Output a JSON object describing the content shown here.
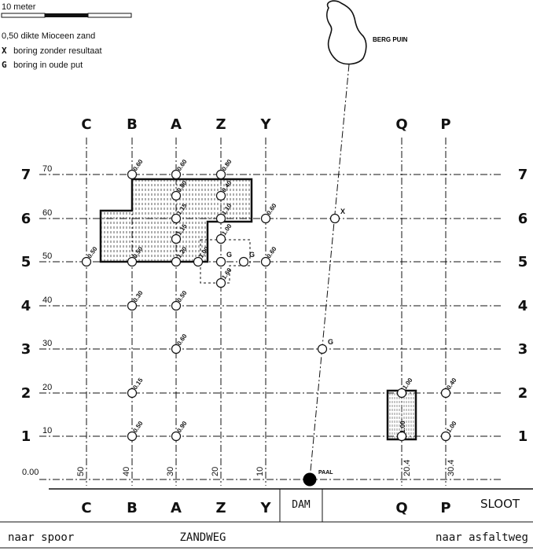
{
  "legend": {
    "scale_label": "10 meter",
    "items": [
      {
        "symbol": "0,50",
        "text": "dikte Mioceen zand"
      },
      {
        "symbol": "X",
        "text": "boring zonder resultaat"
      },
      {
        "symbol": "G",
        "text": "boring in oude put"
      }
    ]
  },
  "landmark": "BERG PUIN",
  "column_letters": [
    "C",
    "B",
    "A",
    "Z",
    "Y",
    "Q",
    "P"
  ],
  "row_numbers": [
    "7",
    "6",
    "5",
    "4",
    "3",
    "2",
    "1"
  ],
  "left_distances": [
    "70",
    "60",
    "50",
    "40",
    "30",
    "20",
    "10"
  ],
  "bottom_offsets": [
    "50",
    "40",
    "30",
    "20",
    "10",
    "20.4",
    "30.4"
  ],
  "origin_label": "0.00",
  "paal_label": "PAAL",
  "dam_label": "DAM",
  "sloot_label": "SLOOT",
  "road": {
    "left": "naar spoor",
    "center": "ZANDWEG",
    "right": "naar asfaltweg"
  },
  "borings": [
    {
      "id": "b7",
      "label": "0.60"
    },
    {
      "id": "a7",
      "label": "0.60"
    },
    {
      "id": "z7",
      "label": "0.80"
    },
    {
      "id": "a65",
      "label": "0.80"
    },
    {
      "id": "z65",
      "label": "0.40"
    },
    {
      "id": "a6",
      "label": "1.15"
    },
    {
      "id": "z6",
      "label": "1.10"
    },
    {
      "id": "y6",
      "label": "0.60"
    },
    {
      "id": "a55",
      "label": "1.15"
    },
    {
      "id": "z55",
      "label": "1.00"
    },
    {
      "id": "c5",
      "label": "0.50"
    },
    {
      "id": "b5",
      "label": "0.50"
    },
    {
      "id": "a5",
      "label": "1.20"
    },
    {
      "id": "m5",
      "label": "1.00"
    },
    {
      "id": "y5",
      "label": "0.60"
    },
    {
      "id": "z45",
      "label": "1.60"
    },
    {
      "id": "b4",
      "label": "0.30"
    },
    {
      "id": "a4",
      "label": "0.50"
    },
    {
      "id": "a3",
      "label": "0.60"
    },
    {
      "id": "b2",
      "label": "0.15"
    },
    {
      "id": "q2",
      "label": "1.00"
    },
    {
      "id": "p2",
      "label": "0.40"
    },
    {
      "id": "b1",
      "label": "0.50"
    },
    {
      "id": "a1",
      "label": "0.90"
    },
    {
      "id": "q1",
      "label": "1.00"
    },
    {
      "id": "p1",
      "label": "1.00"
    },
    {
      "id": "x6",
      "label": "X"
    },
    {
      "id": "g3",
      "label": "G"
    },
    {
      "id": "g5a",
      "label": "G"
    },
    {
      "id": "g5b",
      "label": "G"
    }
  ]
}
